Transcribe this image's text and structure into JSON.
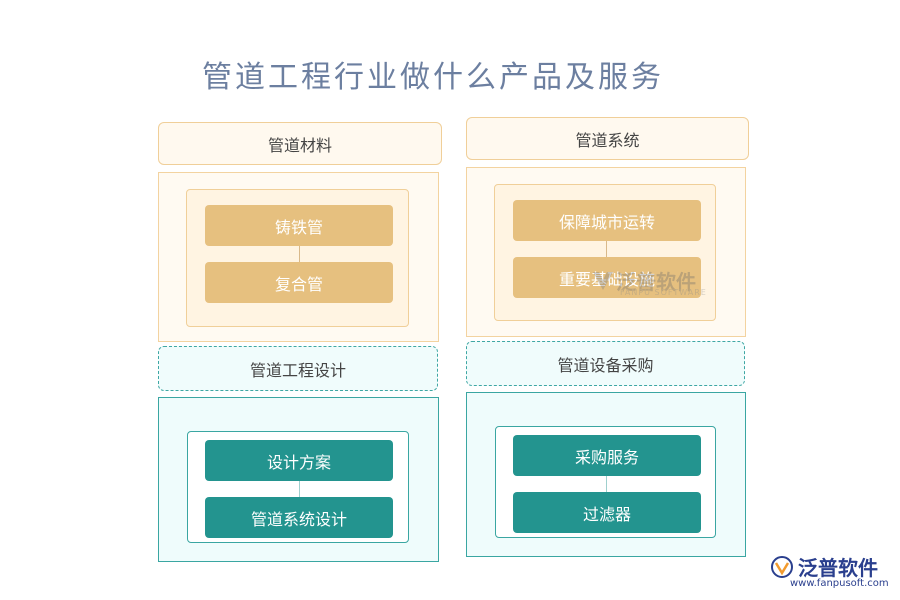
{
  "title": "管道工程行业做什么产品及服务",
  "sections": {
    "materials": {
      "label": "管道材料",
      "items": [
        "铸铁管",
        "复合管"
      ]
    },
    "systems": {
      "label": "管道系统",
      "items": [
        "保障城市运转",
        "重要基础设施"
      ]
    },
    "design": {
      "label": "管道工程设计",
      "items": [
        "设计方案",
        "管道系统设计"
      ]
    },
    "procurement": {
      "label": "管道设备采购",
      "items": [
        "采购服务",
        "过滤器"
      ]
    }
  },
  "watermark": {
    "text": "泛普软件",
    "sub": "FANPU SOFTWARE"
  },
  "logo": {
    "brand": "泛普软件",
    "url": "www.fanpusoft.com"
  },
  "colors": {
    "orange_header_bg": "#fff9ef",
    "orange_box": "#e6c07f",
    "teal_box": "#23948f",
    "title": "#6c7fa0"
  }
}
